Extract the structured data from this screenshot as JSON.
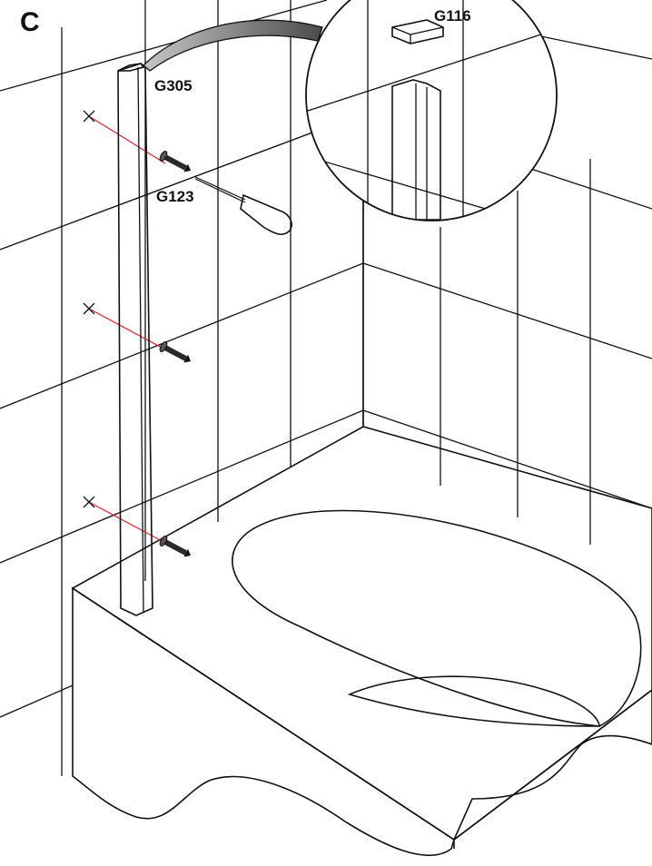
{
  "diagram": {
    "step_letter": "C",
    "parts": {
      "end_cap": "G116",
      "wall_profile": "G305",
      "screw": "G123"
    },
    "colors": {
      "line": "#111111",
      "drill_line": "#e0202a",
      "metal_light": "#f2f3f4",
      "metal_dark": "#9a9d9f",
      "bath_shade": "#7d7f81"
    },
    "icons": [
      "screwdriver-icon",
      "screw-icon",
      "magnifier-detail-circle"
    ]
  }
}
